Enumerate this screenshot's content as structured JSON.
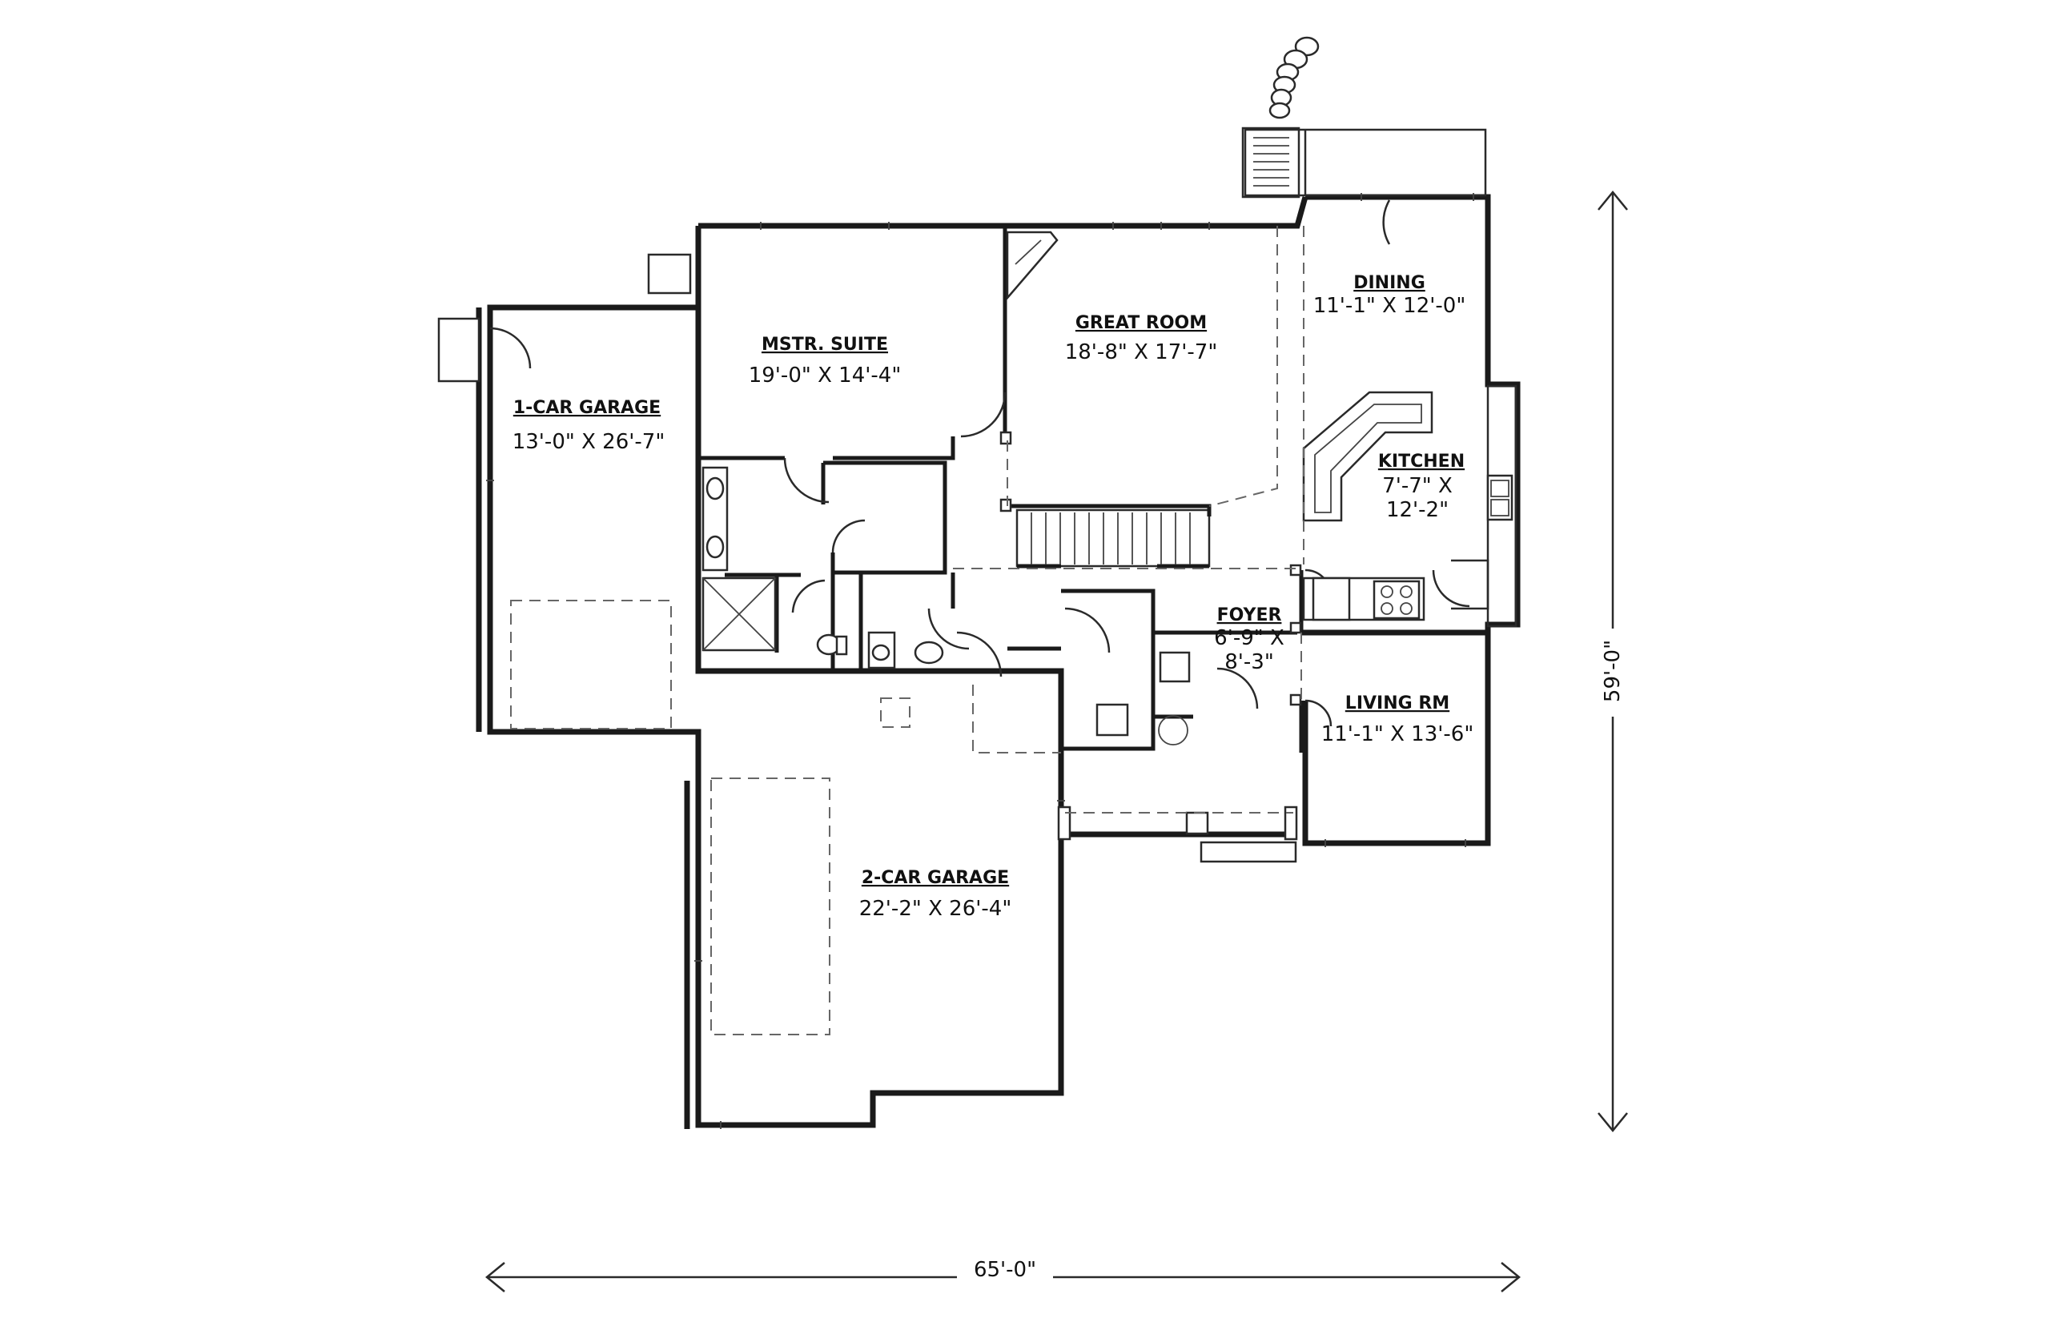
{
  "plan": {
    "rooms": [
      {
        "id": "mstr-suite",
        "name": "MSTR. SUITE",
        "dims": "19'-0\" X 14'-4\""
      },
      {
        "id": "great-room",
        "name": "GREAT ROOM",
        "dims": "18'-8\" X 17'-7\""
      },
      {
        "id": "dining",
        "name": "DINING",
        "dims": "11'-1\" X 12'-0\""
      },
      {
        "id": "kitchen",
        "name": "KITCHEN",
        "dims": "7'-7\" X",
        "dims2": "12'-2\""
      },
      {
        "id": "one-car-garage",
        "name": "1-CAR GARAGE",
        "dims": "13'-0\" X 26'-7\""
      },
      {
        "id": "foyer",
        "name": "FOYER",
        "dims": "6'-9\" X",
        "dims2": "8'-3\""
      },
      {
        "id": "living-rm",
        "name": "LIVING RM",
        "dims": "11'-1\" X 13'-6\""
      },
      {
        "id": "two-car-garage",
        "name": "2-CAR GARAGE",
        "dims": "22'-2\" X 26'-4\""
      }
    ],
    "overall_width": "65'-0\"",
    "overall_depth": "59'-0\""
  }
}
